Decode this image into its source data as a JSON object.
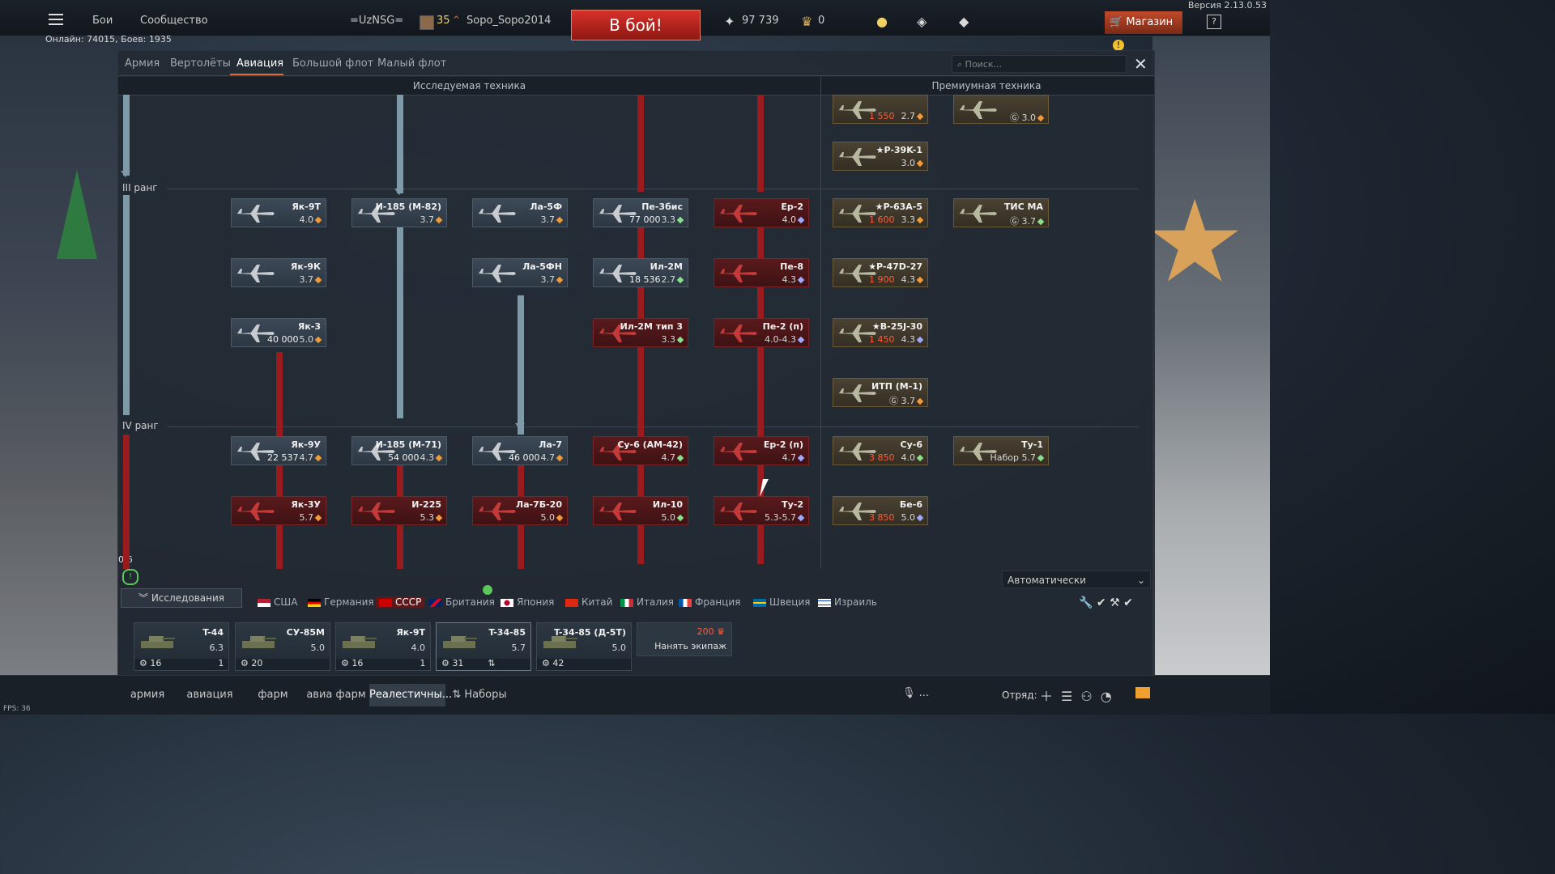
{
  "version": "Версия 2.13.0.53",
  "topbar": {
    "battles": "Бои",
    "community": "Сообщество",
    "squadron_tag": "=UzNSG=",
    "level": "35",
    "nickname": "Sopo_Sopo2014",
    "battle_button": "В бой!",
    "silver_lions": "97 739",
    "golden_eagles": "0",
    "shop": "Магазин",
    "help": "?"
  },
  "online": "Онлайн: 74015, Боев: 1935",
  "tabs": [
    "Армия",
    "Вертолёты",
    "Авиация",
    "Большой флот",
    "Малый флот"
  ],
  "active_tab": "Авиация",
  "search_placeholder": "Поиск...",
  "sections": {
    "researched": "Исследуемая техника",
    "premium": "Премиумная техника"
  },
  "ranks": {
    "r3": "III ранг",
    "r4": "IV ранг"
  },
  "counter": "0/6",
  "tree": {
    "col1": [
      {
        "name": "Як-9Т",
        "br": "4.0",
        "dot": "o",
        "style": "normal"
      },
      {
        "name": "Як-9К",
        "br": "3.7",
        "dot": "o",
        "style": "normal"
      },
      {
        "name": "Як-3",
        "br": "5.0",
        "dot": "o",
        "style": "normal",
        "rp": "40 000"
      },
      {
        "name": "Як-9У",
        "br": "4.7",
        "dot": "o",
        "style": "normal",
        "rp": "22 537"
      },
      {
        "name": "Як-3У",
        "br": "5.7",
        "dot": "o",
        "style": "red"
      }
    ],
    "col2": [
      {
        "name": "И-185 (М-82)",
        "br": "3.7",
        "dot": "o",
        "style": "normal"
      },
      {
        "name": "И-185 (М-71)",
        "br": "4.3",
        "dot": "o",
        "style": "normal",
        "rp": "54 000"
      },
      {
        "name": "И-225",
        "br": "5.3",
        "dot": "o",
        "style": "red"
      }
    ],
    "col3": [
      {
        "name": "Ла-5Ф",
        "br": "3.7",
        "dot": "o",
        "style": "normal"
      },
      {
        "name": "Ла-5ФН",
        "br": "3.7",
        "dot": "o",
        "style": "normal"
      },
      {
        "name": "Ла-7",
        "br": "4.7",
        "dot": "o",
        "style": "normal",
        "rp": "46 000"
      },
      {
        "name": "Ла-7Б-20",
        "br": "5.0",
        "dot": "o",
        "style": "red"
      }
    ],
    "col4": [
      {
        "name": "Пе-3бис",
        "br": "3.3",
        "dot": "g",
        "style": "normal",
        "rp": "77 000"
      },
      {
        "name": "Ил-2М",
        "br": "2.7",
        "dot": "g",
        "style": "normal",
        "rp": "18 536"
      },
      {
        "name": "Ил-2М тип 3",
        "br": "3.3",
        "dot": "g",
        "style": "red"
      },
      {
        "name": "Су-6 (АМ-42)",
        "br": "4.7",
        "dot": "g",
        "style": "red"
      },
      {
        "name": "Ил-10",
        "br": "5.0",
        "dot": "g",
        "style": "red"
      }
    ],
    "col5": [
      {
        "name": "Ер-2",
        "br": "4.0",
        "dot": "b",
        "style": "red"
      },
      {
        "name": "Пе-8",
        "br": "4.3",
        "dot": "b",
        "style": "red"
      },
      {
        "name": "Пе-2 (п)",
        "br": "4.0-4.3",
        "dot": "b",
        "style": "red"
      },
      {
        "name": "Ер-2 (п)",
        "br": "4.7",
        "dot": "b",
        "style": "red"
      },
      {
        "name": "Ту-2",
        "br": "5.3-5.7",
        "dot": "b",
        "style": "red"
      }
    ],
    "premium_left": [
      {
        "name": "",
        "br": "2.7",
        "dot": "o",
        "price": "1 550"
      },
      {
        "name": "★P-39K-1",
        "br": "3.0",
        "dot": "o",
        "price": ""
      },
      {
        "name": "★P-63A-5",
        "br": "3.3",
        "dot": "o",
        "price": "1 600"
      },
      {
        "name": "★P-47D-27",
        "br": "4.3",
        "dot": "o",
        "price": "1 900"
      },
      {
        "name": "★B-25J-30",
        "br": "4.3",
        "dot": "b",
        "price": "1 450"
      },
      {
        "name": "ИТП (М-1)",
        "br": "3.7",
        "dot": "o",
        "price": "",
        "gift": "G"
      },
      {
        "name": "Су-6",
        "br": "4.0",
        "dot": "g",
        "price": "3 850"
      },
      {
        "name": "Бе-6",
        "br": "5.0",
        "dot": "b",
        "price": "3 850"
      }
    ],
    "premium_right": [
      {
        "name": "",
        "br": "3.0",
        "dot": "o",
        "gift": "G"
      },
      {
        "name": "ТИС МА",
        "br": "3.7",
        "dot": "g",
        "gift": "G"
      },
      {
        "name": "Ту-1",
        "br": "5.7",
        "dot": "g",
        "note": "Набор"
      }
    ]
  },
  "controls": {
    "auto_select": "Автоматически",
    "research_button": "Исследования"
  },
  "nations": [
    "США",
    "Германия",
    "СССР",
    "Британия",
    "Япония",
    "Китай",
    "Италия",
    "Франция",
    "Швеция",
    "Израиль"
  ],
  "active_nation": "СССР",
  "crew_slots": [
    {
      "name": "T-44",
      "br": "6.3",
      "crew": "16",
      "extra": "1"
    },
    {
      "name": "СУ-85М",
      "br": "5.0",
      "crew": "20",
      "extra": ""
    },
    {
      "name": "Як-9Т",
      "br": "4.0",
      "crew": "16",
      "extra": "1"
    },
    {
      "name": "T-34-85",
      "br": "5.7",
      "crew": "31",
      "extra": "⇅"
    },
    {
      "name": "T-34-85 (Д-5Т)",
      "br": "5.0",
      "crew": "42",
      "extra": ""
    }
  ],
  "hire": {
    "cost": "200",
    "label": "Нанять экипаж"
  },
  "presets": [
    "армия",
    "авиация",
    "фарм",
    "авиа фарм",
    "Реалестичны...",
    "Наборы"
  ],
  "active_preset": "Реалестичны...",
  "squad_label": "Отряд:",
  "mic_label": "...",
  "fps": "FPS: 36",
  "colors": {
    "accent": "#e06a3a",
    "battle": "#c8281f",
    "locked": "#9a1b1e",
    "researched_line": "#7e9aa8"
  }
}
